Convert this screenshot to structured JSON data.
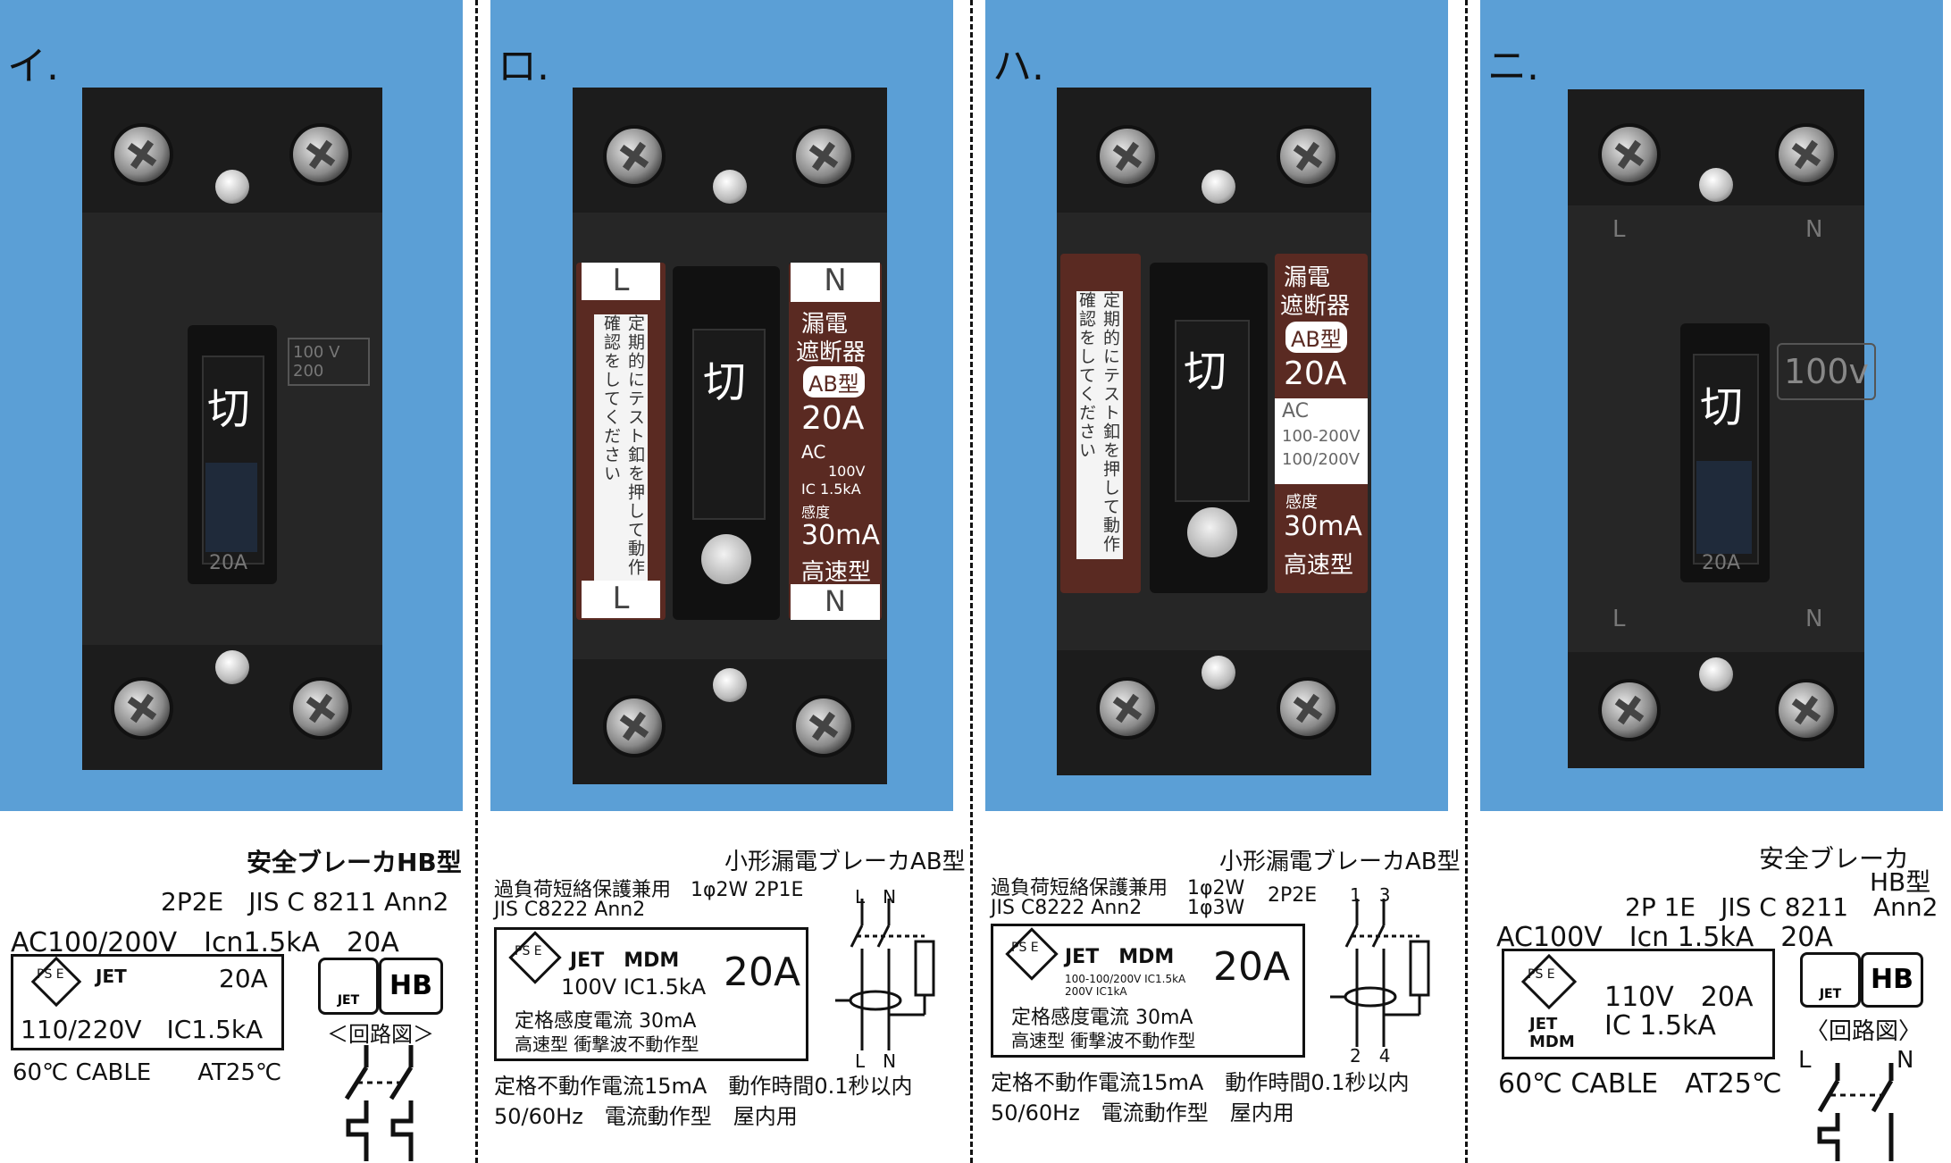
{
  "panels": [
    {
      "letter": "イ.",
      "faceplate": {
        "voltage_mark": "100 V 200",
        "amp_mark": "20A",
        "toggle_label": "切"
      },
      "label": {
        "title": "安全ブレーカHB型",
        "spec_line": "2P2E　JIS C 8211 Ann2",
        "rating_line": "AC100/200V　Icn1.5kA　20A",
        "cert": "PS E",
        "cert_jet": "JET",
        "box_amp": "20A",
        "box_rating": "110/220V　IC1.5kA",
        "cable": "60℃ CABLE　　AT25℃",
        "logo_jet": "JET",
        "logo_hb": "HB",
        "circuit_label": "＜回路図＞"
      }
    },
    {
      "letter": "ロ.",
      "faceplate": {
        "left_top": "L",
        "left_bottom": "L",
        "vertical_text": "定期的にテスト釦を押して動作確認をしてください",
        "toggle_label": "切",
        "right_top": "N",
        "right_bottom": "N",
        "right_lines": [
          "漏電",
          "遮断器",
          "AB型",
          "20A",
          "AC",
          "100V",
          "IC 1.5kA",
          "感度",
          "30mA",
          "高速型"
        ]
      },
      "label": {
        "title": "小形漏電ブレーカAB型",
        "spec_line1": "過負荷短絡保護兼用　1φ2W 2P1E",
        "spec_line2": "JIS C8222 Ann2",
        "cert": "PS E",
        "cert_jet": "JET　MDM",
        "box_amp": "20A",
        "box_rating": "100V IC1.5kA",
        "sens": "定格感度電流 30mA",
        "type": "高速型 衝撃波不動作型",
        "line1": "定格不動作電流15mA　動作時間0.1秒以内",
        "line2": "50/60Hz　電流動作型　屋内用",
        "diag_top": "L　N",
        "diag_bottom": "L　N"
      }
    },
    {
      "letter": "ハ.",
      "faceplate": {
        "vertical_text": "定期的にテスト釦を押して動作確認をしてください",
        "toggle_label": "切",
        "right_lines": [
          "漏電",
          "遮断器",
          "AB型",
          "20A",
          "AC",
          "100-200V",
          "100/200V",
          "感度",
          "30mA",
          "高速型"
        ]
      },
      "label": {
        "title": "小形漏電ブレーカAB型",
        "spec_line1": "過負荷短絡保護兼用　1φ2W",
        "spec_line1b": "1φ3W",
        "spec_pole": "2P2E",
        "spec_line2": "JIS C8222 Ann2",
        "cert": "PS E",
        "cert_jet": "JET　MDM",
        "box_amp": "20A",
        "box_rating": "100-100/200V IC1.5kA 200V IC1kA",
        "sens": "定格感度電流 30mA",
        "type": "高速型 衝撃波不動作型",
        "line1": "定格不動作電流15mA　動作時間0.1秒以内",
        "line2": "50/60Hz　電流動作型　屋内用",
        "diag_top": "1　3",
        "diag_bottom": "2　4"
      }
    },
    {
      "letter": "ニ.",
      "faceplate": {
        "top_l": "L",
        "top_n": "N",
        "bottom_l": "L",
        "bottom_n": "N",
        "voltage_mark": "100v",
        "amp_mark": "20A",
        "toggle_label": "切"
      },
      "label": {
        "title1": "安全ブレーカ",
        "title2": "HB型",
        "spec_line": "2P 1E　JIS C 8211　Ann2",
        "rating_line": "AC100V　Icn 1.5kA　20A",
        "cert": "PS E",
        "cert_jet": "JET MDM",
        "box_rating1": "110V　20A",
        "box_rating2": "IC 1.5kA",
        "cable": "60℃ CABLE　AT25℃",
        "logo_jet": "JET",
        "logo_hb": "HB",
        "circuit_label": "〈回路図〉",
        "diag_l": "L",
        "diag_n": "N"
      }
    }
  ],
  "colors": {
    "background": "#5b9fd6",
    "body": "#262626",
    "brown_strip": "#5a2a22"
  }
}
